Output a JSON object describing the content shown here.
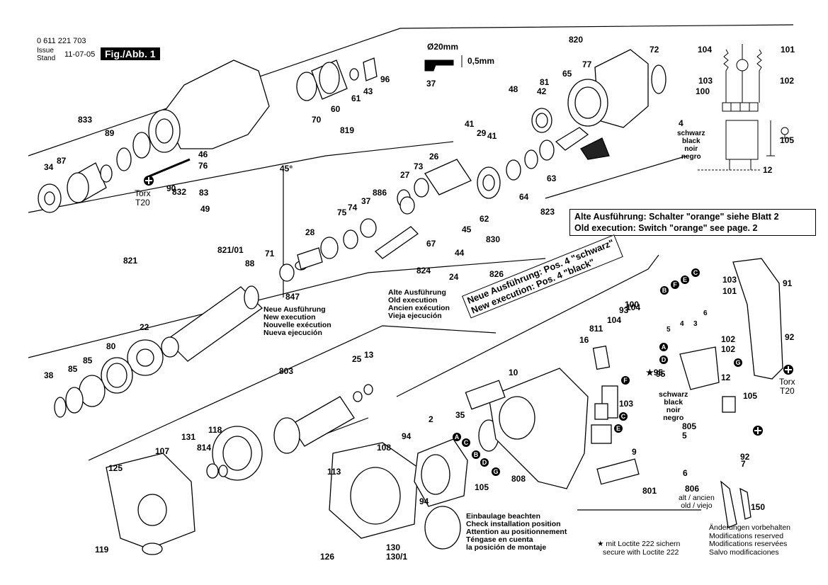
{
  "header": {
    "order_number": "0 611 221 703",
    "issue_label_1": "Issue",
    "issue_label_2": "Stand",
    "issue_date": "11-07-05",
    "figure_label": "Fig./Abb. 1"
  },
  "dimension": {
    "diameter": "Ø20mm",
    "thickness": "0,5mm"
  },
  "notes": {
    "old_switch_line1": "Alte Ausführung:  Schalter  \"orange\"  siehe Blatt 2",
    "old_switch_line2": "Old execution:     Switch \"orange\"  see page. 2",
    "new_exec_line1": "Neue Ausführung:  Pos. 4 \"schwarz\"",
    "new_exec_line2": "New execution:      Pos. 4 \"black\"",
    "new_version": [
      "Neue Ausführung",
      "New execution",
      "Nouvelle exécution",
      "Nueva ejecución"
    ],
    "old_version": [
      "Alte Ausführung",
      "Old execution",
      "Ancien exécution",
      "Vieja ejecución"
    ],
    "installation": [
      "Einbaulage beachten",
      "Check installation position",
      "Attention au positionnement",
      "Téngase en cuenta",
      "la posición de montaje"
    ],
    "loctite": [
      "★ mit Loctite 222 sichern",
      "secure with Loctite 222"
    ],
    "changes": [
      "Änderungen vorbehalten",
      "Modifications reserved",
      "Modifications reservées",
      "Salvo modificaciones"
    ],
    "switch_color_4": [
      "schwarz",
      "black",
      "noir",
      "negro"
    ],
    "old_young": [
      "alt / ancien",
      "old / viejo"
    ],
    "torx_1": [
      "Torx",
      "T20"
    ],
    "torx_2": [
      "Torx",
      "T20"
    ],
    "angle": "45°",
    "star95": "★95",
    "wire_labels": [
      "5",
      "4",
      "3",
      "6"
    ]
  },
  "labels": [
    "37",
    "820",
    "72",
    "104",
    "101",
    "77",
    "65",
    "81",
    "103",
    "102",
    "100",
    "70",
    "60",
    "61",
    "43",
    "96",
    "819",
    "48",
    "42",
    "833",
    "89",
    "46",
    "76",
    "41",
    "29",
    "41",
    "26",
    "4",
    "105",
    "87",
    "34",
    "90",
    "832",
    "83",
    "49",
    "45°",
    "27",
    "73",
    "63",
    "64",
    "12",
    "75",
    "74",
    "37",
    "886",
    "62",
    "823",
    "821",
    "821/01",
    "88",
    "71",
    "28",
    "67",
    "45",
    "44",
    "830",
    "824",
    "24",
    "826",
    "847",
    "22",
    "80",
    "85",
    "38",
    "85",
    "25",
    "13",
    "803",
    "91",
    "93",
    "104",
    "104",
    "100",
    "16",
    "811",
    "102",
    "102",
    "92",
    "95",
    "12",
    "103",
    "105",
    "10",
    "35",
    "94",
    "2",
    "108",
    "113",
    "131",
    "107",
    "118",
    "814",
    "125",
    "119",
    "9",
    "808",
    "801",
    "805",
    "5",
    "92",
    "7",
    "6",
    "806",
    "150",
    "130",
    "130/1",
    "126",
    "94",
    "105",
    "103",
    "101",
    "9"
  ]
}
